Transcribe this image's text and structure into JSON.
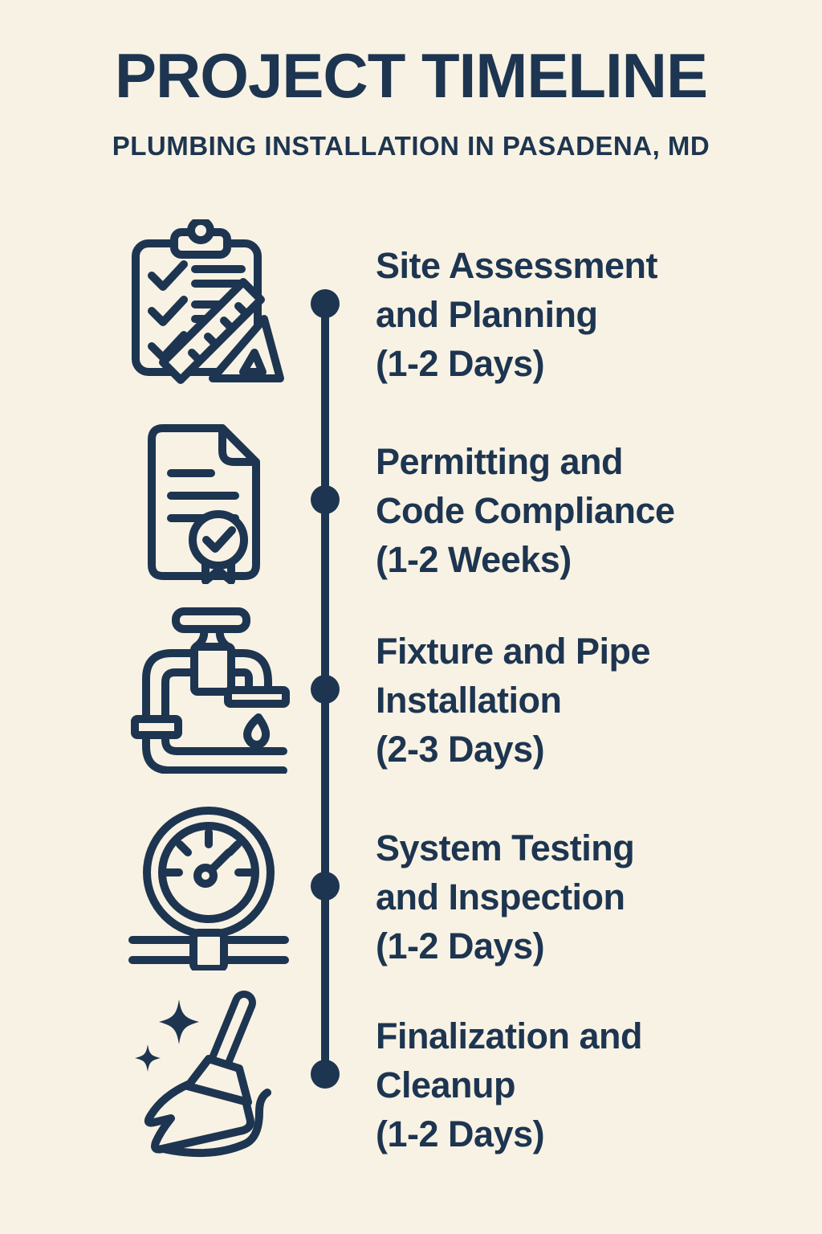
{
  "page": {
    "background_color": "#f8f2e4",
    "ink_color": "#1d3550"
  },
  "header": {
    "title": "PROJECT TIMELINE",
    "subtitle": "PLUMBING INSTALLATION IN PASADENA, MD"
  },
  "timeline": {
    "steps": [
      {
        "icon": "clipboard-checklist-icon",
        "title_lines": [
          "Site Assessment",
          "and Planning"
        ],
        "duration": "(1-2 Days)"
      },
      {
        "icon": "certified-document-icon",
        "title_lines": [
          "Permitting and",
          "Code Compliance"
        ],
        "duration": "(1-2 Weeks)"
      },
      {
        "icon": "faucet-pipe-icon",
        "title_lines": [
          "Fixture and Pipe",
          "Installation"
        ],
        "duration": "(2-3 Days)"
      },
      {
        "icon": "pressure-gauge-icon",
        "title_lines": [
          "System Testing",
          "and Inspection"
        ],
        "duration": "(1-2 Days)"
      },
      {
        "icon": "broom-sweep-icon",
        "title_lines": [
          "Finalization and",
          "Cleanup"
        ],
        "duration": "(1-2 Days)"
      }
    ]
  }
}
